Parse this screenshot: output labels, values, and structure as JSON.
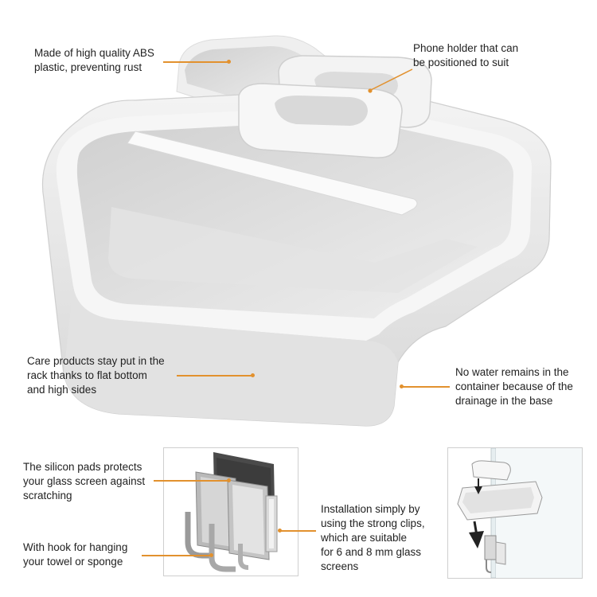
{
  "callouts": {
    "abs_plastic": "Made of high quality ABS\nplastic, preventing rust",
    "phone_holder": "Phone holder that can\nbe positioned to suit",
    "flat_bottom": "Care products stay put in the\nrack thanks to flat bottom\nand high sides",
    "drainage": "No water remains in the\ncontainer because of the\ndrainage in the base",
    "silicon_pads": "The silicon pads protects\nyour glass screen against\nscratching",
    "hook": "With hook for hanging\nyour towel or sponge",
    "installation": "Installation simply by\nusing the strong clips,\nwhich are suitable\nfor 6 and 8 mm glass\nscreens"
  },
  "colors": {
    "accent": "#e2912e",
    "product": "#e9e9e9",
    "background": "#ffffff"
  }
}
